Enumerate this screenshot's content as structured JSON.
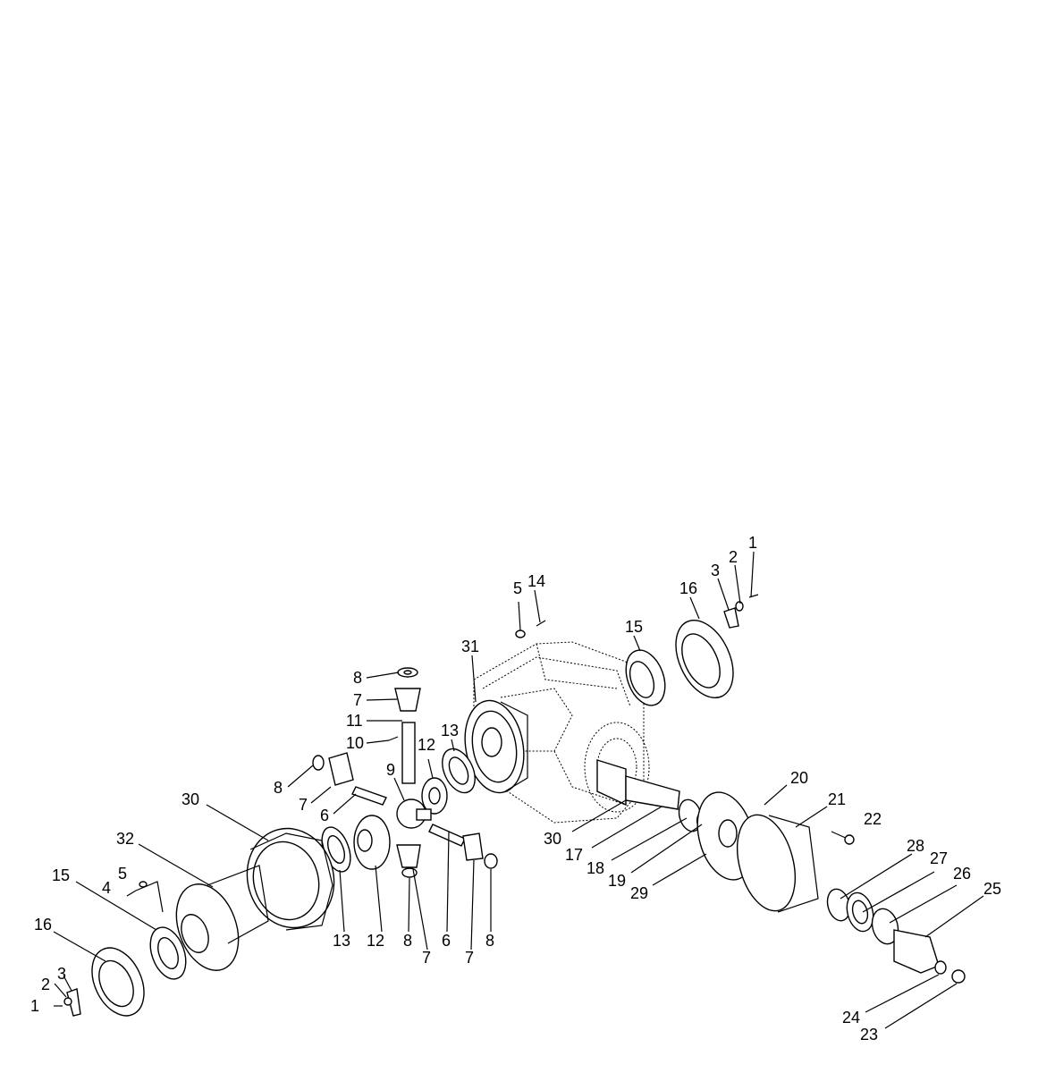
{
  "title": "",
  "callouts": {
    "c1a": "1",
    "c2a": "2",
    "c3a": "3",
    "c16a": "16",
    "c15a": "15",
    "c14": "14",
    "c5a": "5",
    "c31": "31",
    "c8a": "8",
    "c7a": "7",
    "c11": "11",
    "c10": "10",
    "c12a": "12",
    "c13a": "13",
    "c9": "9",
    "c8b": "8",
    "c7b": "7",
    "c6a": "6",
    "c30a": "30",
    "c32": "32",
    "c15b": "15",
    "c5b": "5",
    "c4": "4",
    "c16b": "16",
    "c2b": "2",
    "c3b": "3",
    "c1b": "1",
    "c13b": "13",
    "c12b": "12",
    "c8c": "8",
    "c7c": "7",
    "c6b": "6",
    "c7d": "7",
    "c8d": "8",
    "c30b": "30",
    "c17": "17",
    "c18": "18",
    "c19": "19",
    "c29": "29",
    "c20": "20",
    "c21": "21",
    "c22": "22",
    "c28": "28",
    "c27": "27",
    "c26": "26",
    "c25": "25",
    "c24": "24",
    "c23": "23"
  }
}
